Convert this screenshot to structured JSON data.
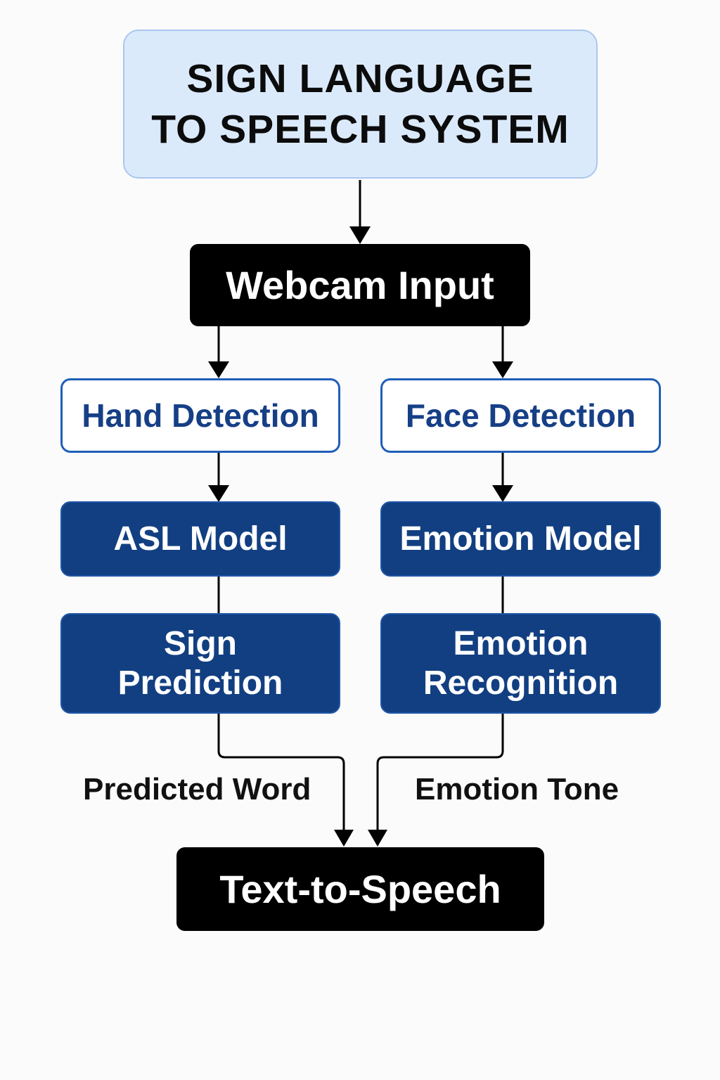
{
  "title": {
    "line1": "SIGN LANGUAGE",
    "line2": "TO SPEECH SYSTEM"
  },
  "nodes": {
    "webcam_input": "Webcam Input",
    "hand_detection": "Hand Detection",
    "face_detection": "Face Detection",
    "asl_model": "ASL Model",
    "emotion_model": "Emotion Model",
    "sign_prediction": {
      "line1": "Sign",
      "line2": "Prediction"
    },
    "emotion_recognition": {
      "line1": "Emotion",
      "line2": "Recognition"
    },
    "text_to_speech": "Text-to-Speech"
  },
  "edge_labels": {
    "predicted_word": "Predicted Word",
    "emotion_tone": "Emotion Tone"
  },
  "colors": {
    "title_fill": "#dbeafb",
    "title_border": "#a9c8ee",
    "black_node": "#000000",
    "outline_border": "#1f5fb8",
    "outline_text": "#163f86",
    "blue_node": "#123f81",
    "connector": "#000000"
  }
}
